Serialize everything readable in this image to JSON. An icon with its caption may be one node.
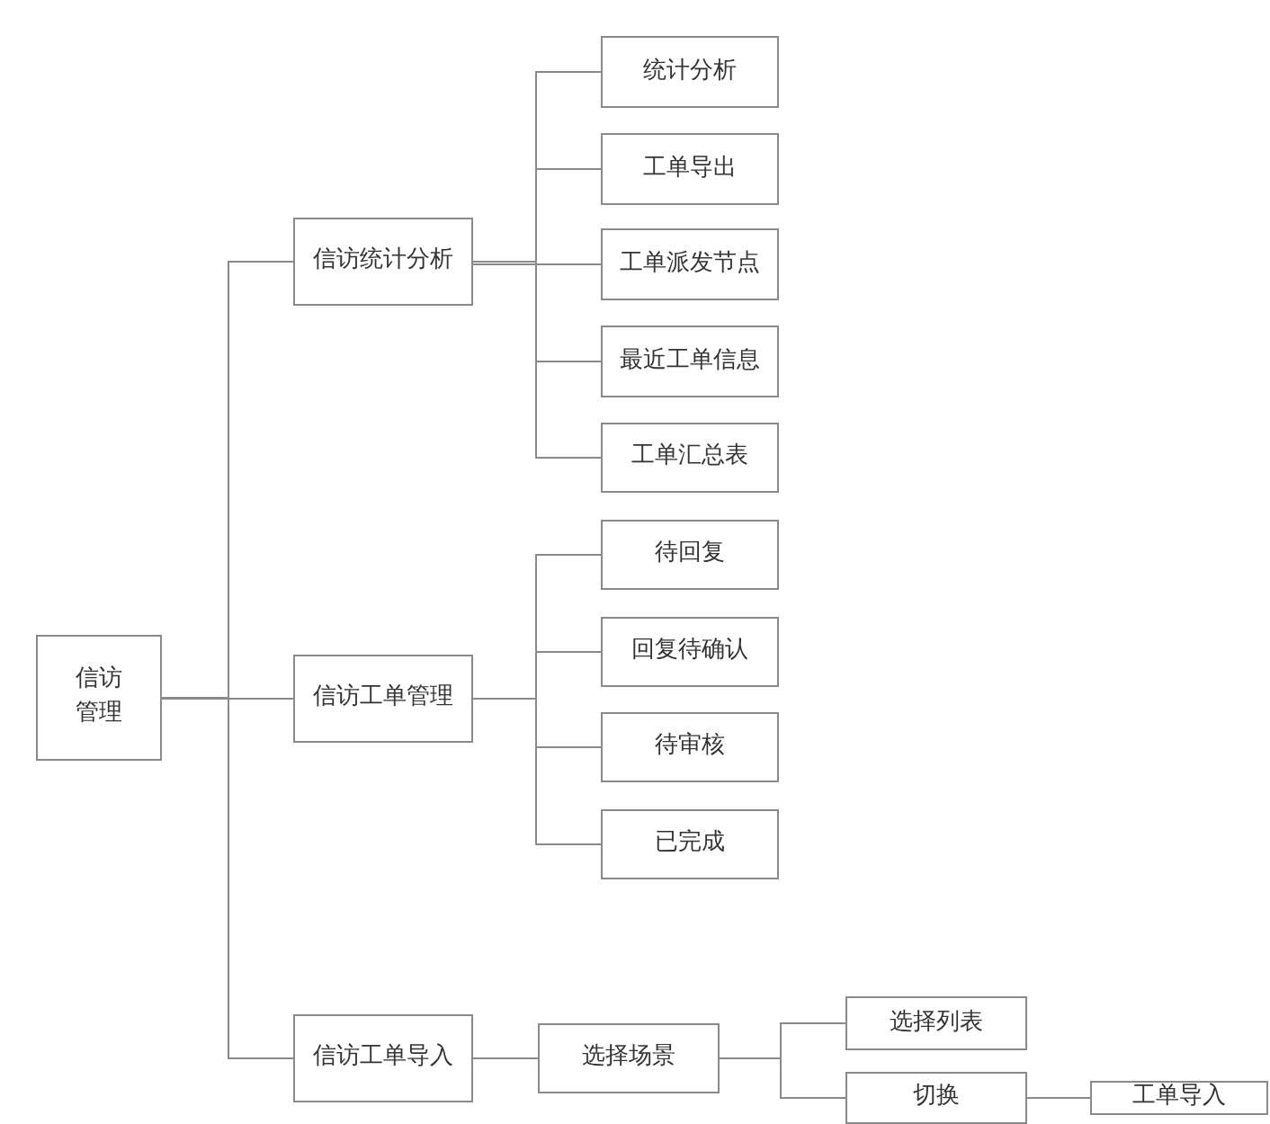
{
  "diagram": {
    "nodes": [
      {
        "text": [
          "信访管理"
        ]
      },
      {
        "text": [
          "信访统计分析"
        ]
      },
      {
        "text": [
          "信访工单管理"
        ]
      },
      {
        "text": [
          "信访工单导入"
        ]
      },
      {
        "text": [
          "统计分析"
        ]
      },
      {
        "text": [
          "工单导出"
        ]
      },
      {
        "text": [
          "工单派发节点"
        ]
      },
      {
        "text": [
          "最近工单信息"
        ]
      },
      {
        "text": [
          "工单汇总表"
        ]
      },
      {
        "text": [
          "待回复"
        ]
      },
      {
        "text": [
          "回复待确认"
        ]
      },
      {
        "text": [
          "待审核"
        ]
      },
      {
        "text": [
          "已完成"
        ]
      },
      {
        "text": [
          "选择场景"
        ]
      },
      {
        "text": [
          "选择列表"
        ]
      },
      {
        "text": [
          "切换"
        ]
      },
      {
        "text": [
          "工单导入"
        ]
      }
    ],
    "edges": [
      {
        "from": 0,
        "to": 1,
        "arrow": "none"
      },
      {
        "from": 0,
        "to": 2,
        "arrow": "none"
      },
      {
        "from": 0,
        "to": 3,
        "arrow": "none"
      },
      {
        "from": 1,
        "to": 4,
        "arrow": "none"
      },
      {
        "from": 1,
        "to": 5,
        "arrow": "none"
      },
      {
        "from": 1,
        "to": 6,
        "arrow": "none"
      },
      {
        "from": 1,
        "to": 7,
        "arrow": "none"
      },
      {
        "from": 1,
        "to": 8,
        "arrow": "none"
      },
      {
        "from": 2,
        "to": 9,
        "arrow": "none"
      },
      {
        "from": 2,
        "to": 10,
        "arrow": "none"
      },
      {
        "from": 2,
        "to": 11,
        "arrow": "none"
      },
      {
        "from": 2,
        "to": 12,
        "arrow": "none"
      },
      {
        "from": 3,
        "to": 13,
        "arrow": "none"
      },
      {
        "from": 13,
        "to": 14,
        "arrow": "none"
      },
      {
        "from": 13,
        "to": 15,
        "arrow": "none"
      },
      {
        "from": 15,
        "to": 16,
        "arrow": "none"
      }
    ]
  }
}
